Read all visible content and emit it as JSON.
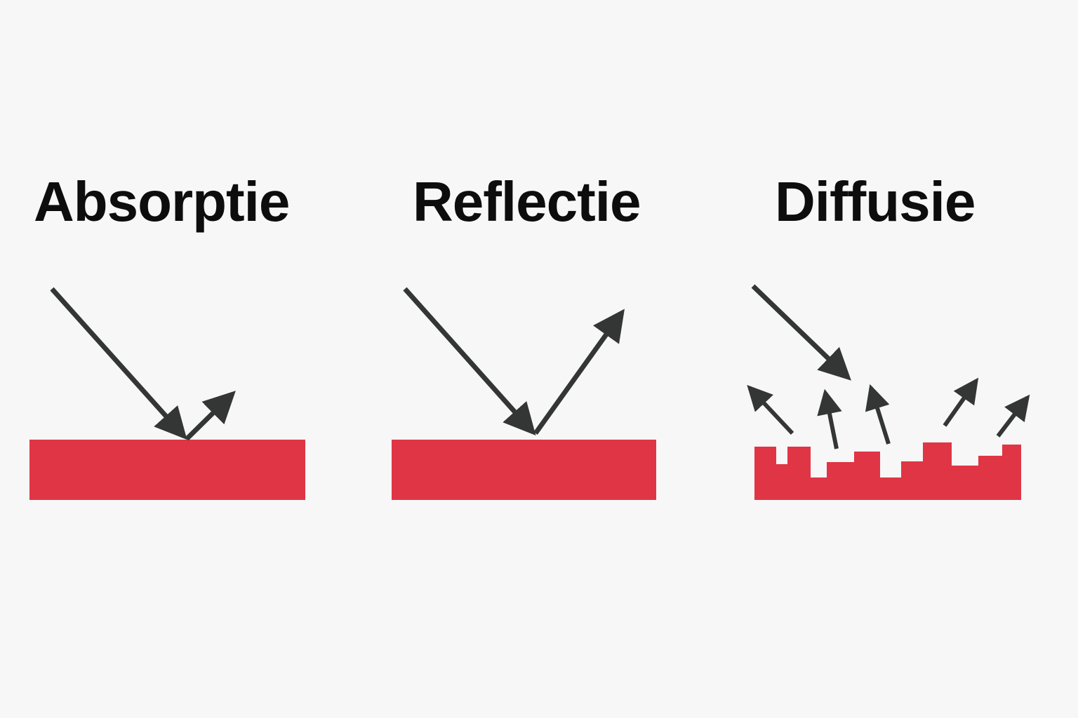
{
  "panels": [
    {
      "title": "Absorptie"
    },
    {
      "title": "Reflectie"
    },
    {
      "title": "Diffusie"
    }
  ],
  "colors": {
    "background": "#f7f7f7",
    "surface": "#e03545",
    "arrow": "#333635",
    "text": "#0d0d0d"
  }
}
